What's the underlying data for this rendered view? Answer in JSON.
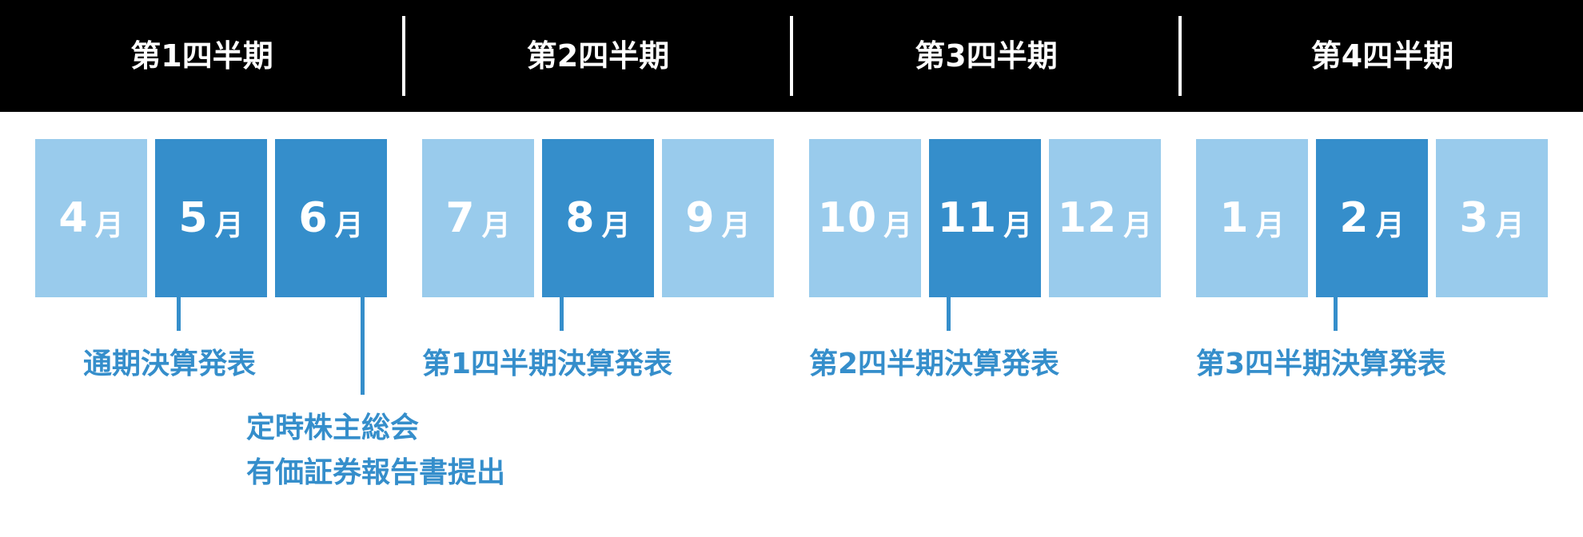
{
  "quarters": [
    {
      "label": "第1四半期"
    },
    {
      "label": "第2四半期"
    },
    {
      "label": "第3四半期"
    },
    {
      "label": "第4四半期"
    }
  ],
  "months": [
    {
      "num": "4",
      "unit": "月",
      "highlight": false
    },
    {
      "num": "5",
      "unit": "月",
      "highlight": true
    },
    {
      "num": "6",
      "unit": "月",
      "highlight": true
    },
    {
      "num": "7",
      "unit": "月",
      "highlight": false
    },
    {
      "num": "8",
      "unit": "月",
      "highlight": true
    },
    {
      "num": "9",
      "unit": "月",
      "highlight": false
    },
    {
      "num": "10",
      "unit": "月",
      "highlight": false
    },
    {
      "num": "11",
      "unit": "月",
      "highlight": true
    },
    {
      "num": "12",
      "unit": "月",
      "highlight": false
    },
    {
      "num": "1",
      "unit": "月",
      "highlight": false
    },
    {
      "num": "2",
      "unit": "月",
      "highlight": true
    },
    {
      "num": "3",
      "unit": "月",
      "highlight": false
    }
  ],
  "events": {
    "may": "通期決算発表",
    "june_line1": "定時株主総会",
    "june_line2": "有価証券報告書提出",
    "august": "第1四半期決算発表",
    "november": "第2四半期決算発表",
    "february": "第3四半期決算発表"
  },
  "colors": {
    "header_bg": "#000000",
    "month_light": "#99cbec",
    "month_dark": "#358ecb",
    "event_text": "#358ecb"
  }
}
